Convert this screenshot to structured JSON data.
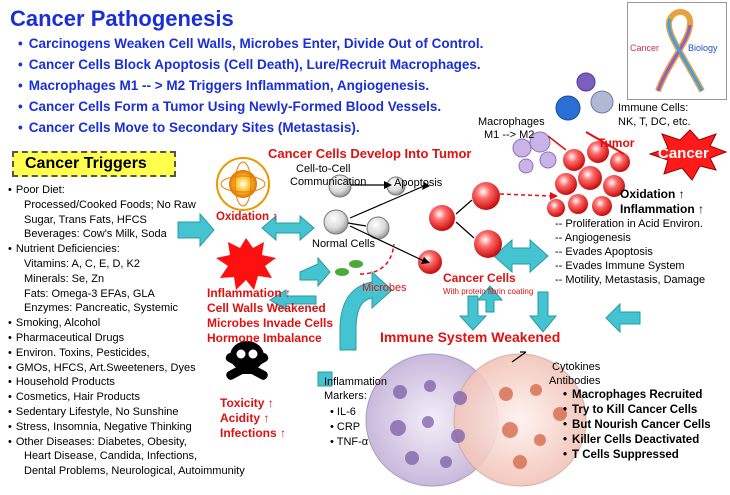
{
  "title": "Cancer Pathogenesis",
  "bullets": [
    "Carcinogens Weaken Cell Walls, Microbes Enter, Divide Out of Control.",
    "Cancer Cells Block Apoptosis (Cell Death), Lure/Recruit Macrophages.",
    "Macrophages M1 -- > M2 Triggers Inflammation, Angiogenesis.",
    "Cancer Cells Form a Tumor Using Newly-Formed Blood Vessels.",
    "Cancer Cells Move to Secondary Sites (Metastasis)."
  ],
  "logo": {
    "left_text": "Cancer",
    "right_text": "Biology"
  },
  "triggers": {
    "heading": "Cancer Triggers",
    "lines": [
      {
        "text": "Poor Diet:",
        "bullet": true
      },
      {
        "text": "Processed/Cooked Foods; No Raw",
        "bullet": false
      },
      {
        "text": "Sugar, Trans Fats, HFCS",
        "bullet": false
      },
      {
        "text": "Beverages: Cow's Milk, Soda",
        "bullet": false
      },
      {
        "text": "Nutrient Deficiencies:",
        "bullet": true
      },
      {
        "text": "Vitamins: A, C, E, D, K2",
        "bullet": false
      },
      {
        "text": "Minerals: Se, Zn",
        "bullet": false
      },
      {
        "text": "Fats: Omega-3 EFAs, GLA",
        "bullet": false
      },
      {
        "text": "Enzymes: Pancreatic, Systemic",
        "bullet": false
      },
      {
        "text": "Smoking, Alcohol",
        "bullet": true
      },
      {
        "text": "Pharmaceutical Drugs",
        "bullet": true
      },
      {
        "text": "Environ. Toxins, Pesticides,",
        "bullet": true
      },
      {
        "text": "GMOs, HFCS, Art.Sweeteners, Dyes",
        "bullet": true
      },
      {
        "text": "Household Products",
        "bullet": true
      },
      {
        "text": "Cosmetics, Hair Products",
        "bullet": true
      },
      {
        "text": "Sedentary Lifestyle, No Sunshine",
        "bullet": true
      },
      {
        "text": "Stress, Insomnia, Negative Thinking",
        "bullet": true
      },
      {
        "text": "Other Diseases: Diabetes, Obesity,",
        "bullet": true
      },
      {
        "text": "Heart Disease, Candida, Infections,",
        "bullet": false
      },
      {
        "text": "Dental Problems, Neurological, Autoimmunity",
        "bullet": false
      }
    ]
  },
  "center": {
    "develop_heading": "Cancer Cells Develop Into Tumor",
    "communication": [
      "Cell-to-Cell",
      "Communication"
    ],
    "apoptosis": "Apoptosis",
    "normal_cells": "Normal Cells",
    "oxidation": "Oxidation ↑",
    "microbes": "Microbes",
    "cancer_cells": "Cancer Cells",
    "fibrin": "With protein fibrin coating",
    "immune_weakened": "Immune System Weakened"
  },
  "effects": [
    "Inflammation ↑",
    "Cell Walls Weakened",
    "Microbes Invade Cells",
    "Hormone Imbalance"
  ],
  "toxic": [
    "Toxicity ↑",
    "Acidity ↑",
    "Infections ↑"
  ],
  "markers": {
    "heading": [
      "Inflammation",
      "Markers:"
    ],
    "items": [
      "IL-6",
      "CRP",
      "TNF-α"
    ]
  },
  "top_right": {
    "macrophages": [
      "Macrophages",
      "M1 --> M2"
    ],
    "immune_cells": [
      "Immune Cells:",
      "NK, T, DC, etc."
    ],
    "tumor": "Tumor",
    "cancer_burst": "Cancer",
    "ox_infl": [
      "Oxidation ↑",
      "Inflammation ↑"
    ]
  },
  "hallmarks": [
    "-- Proliferation in Acid Environ.",
    "-- Angiogenesis",
    "-- Evades Apoptosis",
    "-- Evades Immune System",
    "-- Motility, Metastasis, Damage"
  ],
  "cytokines": [
    "Cytokines",
    "Antibodies"
  ],
  "immune_effects": [
    "Macrophages Recruited",
    "Try to Kill Cancer Cells",
    "But Nourish Cancer Cells",
    "Killer Cells Deactivated",
    "T Cells Suppressed"
  ],
  "colors": {
    "accent_blue": "#1a2fd6",
    "red": "#e01010",
    "teal": "#44c4d0",
    "yellow": "#ffff4d"
  }
}
